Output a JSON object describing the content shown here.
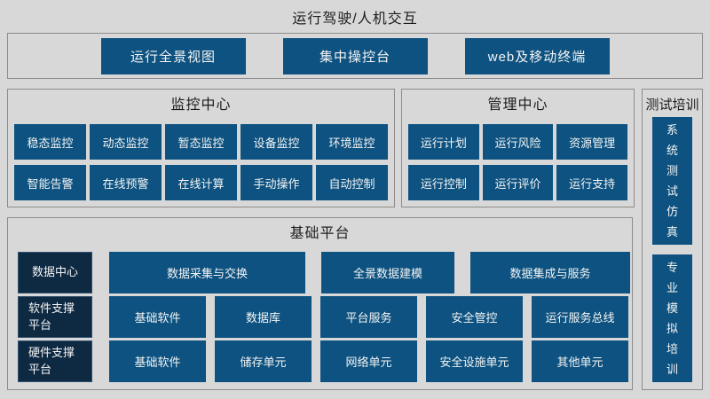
{
  "title": "运行驾驶/人机交互",
  "top_section": {
    "buttons": [
      "运行全景视图",
      "集中操控台",
      "web及移动终端"
    ]
  },
  "monitoring_center": {
    "title": "监控中心",
    "buttons": [
      "稳态监控",
      "动态监控",
      "暂态监控",
      "设备监控",
      "环境监控",
      "智能告警",
      "在线预警",
      "在线计算",
      "手动操作",
      "自动控制"
    ]
  },
  "management_center": {
    "title": "管理中心",
    "buttons": [
      "运行计划",
      "运行风险",
      "资源管理",
      "运行控制",
      "运行评价",
      "运行支持"
    ]
  },
  "test_training": {
    "title": "测试培训",
    "buttons": [
      "系统测试仿真",
      "专业模拟培训"
    ]
  },
  "base_platform": {
    "title": "基础平台",
    "rows": [
      {
        "label": "数据中心",
        "buttons": [
          "数据采集与交换",
          "全景数据建模",
          "数据集成与服务"
        ]
      },
      {
        "label": "软件支撑平台",
        "buttons": [
          "基础软件",
          "数据库",
          "平台服务",
          "安全管控",
          "运行服务总线"
        ]
      },
      {
        "label": "硬件支撑平台",
        "buttons": [
          "基础软件",
          "储存单元",
          "网络单元",
          "安全设施单元",
          "其他单元"
        ]
      }
    ]
  },
  "colors": {
    "background": "#d8d8d8",
    "box_border": "#8c8c8c",
    "button_blue": "#0d5280",
    "label_navy": "#0e2942",
    "button_text": "#f4f4f4",
    "title_text": "#1d1d1d"
  }
}
